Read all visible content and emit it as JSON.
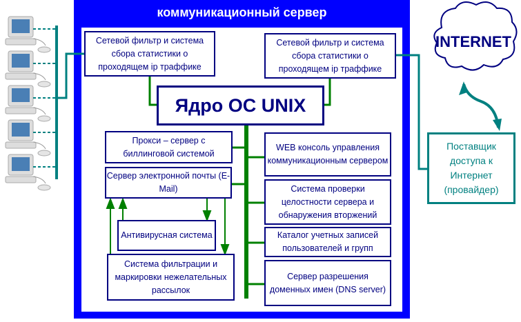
{
  "server_title": "коммуникационный сервер",
  "kernel": "Ядро ОС UNIX",
  "filter_left": "Сетевой фильтр и система сбора статистики о проходящем ip траффике",
  "filter_right": "Сетевой фильтр и система сбора статистики о проходящем ip траффике",
  "proxy": "Прокси – сервер с биллинговой системой",
  "email": "Сервер электронной почты (E-Mail)",
  "antivirus": "Антивирусная система",
  "spam": "Система фильтрации и маркировки нежелательных рассылок",
  "web": "WEB консоль управления коммуникационным сервером",
  "integrity": "Система проверки целостности сервера и обнаружения вторжений",
  "catalog": "Каталог учетных записей пользователей и групп",
  "dns": "Сервер разрешения доменных имен (DNS server)",
  "internet": "INTERNET",
  "provider": "Поставщик доступа к Интернет (провайдер)",
  "colors": {
    "frame": "#0000ff",
    "text": "#000080",
    "bus": "#008000",
    "net": "#008080"
  }
}
